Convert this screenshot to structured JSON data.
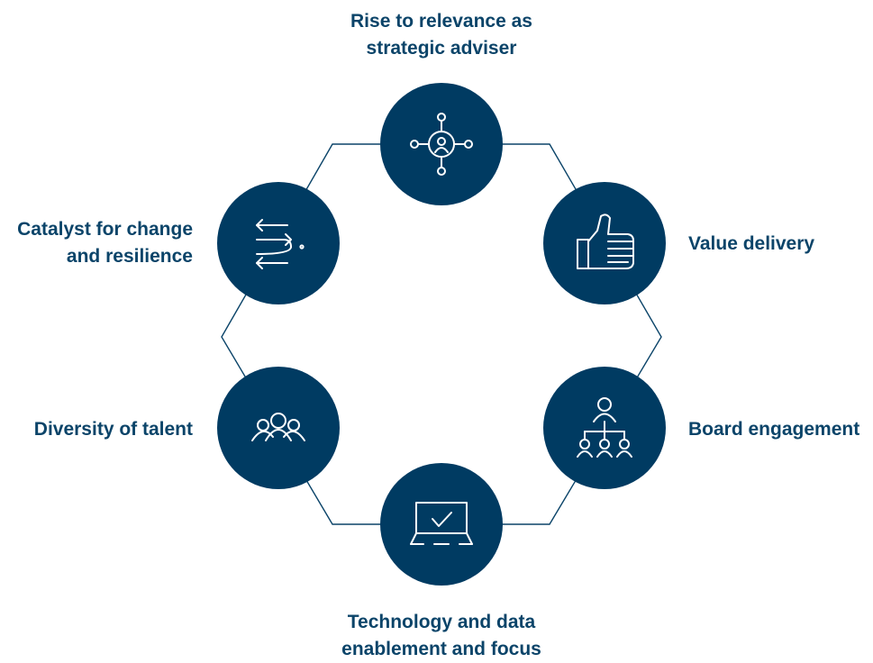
{
  "colors": {
    "node_fill": "#003b62",
    "text": "#0b4469",
    "connector": "#0b4469",
    "icon_stroke": "#ffffff"
  },
  "nodes": [
    {
      "id": "strategic-adviser",
      "icon": "person-network-icon",
      "lines": [
        "Rise to relevance as",
        "strategic adviser"
      ]
    },
    {
      "id": "value-delivery",
      "icon": "thumbs-up-icon",
      "lines": [
        "Value delivery"
      ]
    },
    {
      "id": "board-engagement",
      "icon": "org-chart-icon",
      "lines": [
        "Board engagement"
      ]
    },
    {
      "id": "technology-data",
      "icon": "whiteboard-check-icon",
      "lines": [
        "Technology and data",
        "enablement and focus"
      ]
    },
    {
      "id": "diversity-talent",
      "icon": "people-group-icon",
      "lines": [
        "Diversity of talent"
      ]
    },
    {
      "id": "catalyst-change",
      "icon": "arrows-exchange-icon",
      "lines": [
        "Catalyst for change",
        "and resilience"
      ]
    }
  ]
}
